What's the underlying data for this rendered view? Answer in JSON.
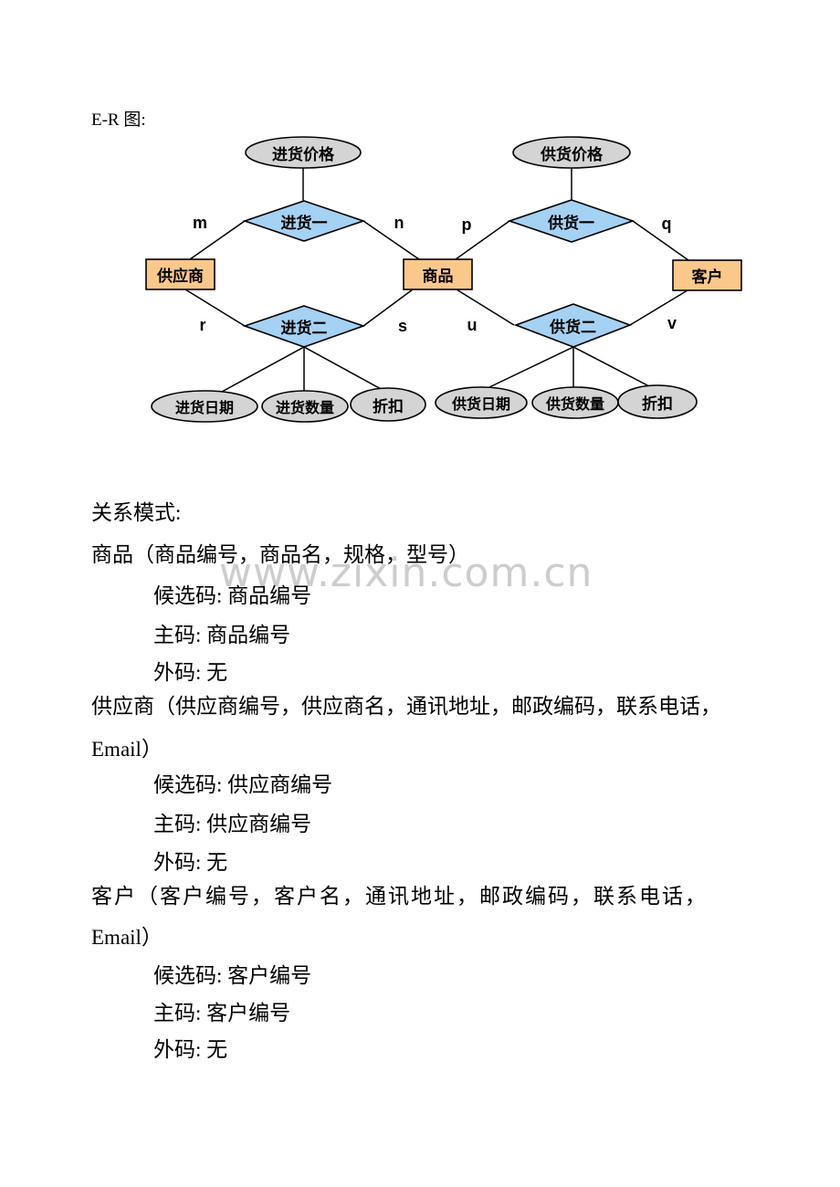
{
  "page": {
    "heading": "E-R 图:"
  },
  "watermark": {
    "text": "www.zixin.com.cn"
  },
  "diagram": {
    "entities": [
      {
        "label": "供应商"
      },
      {
        "label": "商品"
      },
      {
        "label": "客户"
      }
    ],
    "relationships": [
      {
        "label": "进货一"
      },
      {
        "label": "供货一"
      },
      {
        "label": "进货二"
      },
      {
        "label": "供货二"
      }
    ],
    "top_attributes": [
      {
        "label": "进货价格"
      },
      {
        "label": "供货价格"
      }
    ],
    "bottom_attributes": [
      {
        "label": "进货日期"
      },
      {
        "label": "进货数量"
      },
      {
        "label": "折扣"
      },
      {
        "label": "供货日期"
      },
      {
        "label": "供货数量"
      },
      {
        "label": "折扣"
      }
    ],
    "cardinalities": [
      "m",
      "n",
      "p",
      "q",
      "r",
      "s",
      "u",
      "v"
    ],
    "colors": {
      "entity_fill": "#fbc88b",
      "relationship_fill": "#a5d1f2",
      "attribute_fill": "#d4d4d4",
      "line": "#000000"
    }
  },
  "schema": {
    "lines": [
      {
        "text": "关系模式:"
      },
      {
        "text": "商品（商品编号，商品名，规格，型号）"
      },
      {
        "text": "候选码: 商品编号"
      },
      {
        "text": "主码: 商品编号"
      },
      {
        "text": "外码: 无"
      },
      {
        "text": "供应商（供应商编号，供应商名，通讯地址，邮政编码，联系电话，"
      },
      {
        "text": "Email）"
      },
      {
        "text": "候选码: 供应商编号"
      },
      {
        "text": "主码: 供应商编号"
      },
      {
        "text": "外码: 无"
      },
      {
        "text": "客户（客户编号，客户名，通讯地址，邮政编码，联系电话，"
      },
      {
        "text": "Email）"
      },
      {
        "text": "候选码: 客户编号"
      },
      {
        "text": "主码: 客户编号"
      },
      {
        "text": "外码: 无"
      }
    ]
  }
}
